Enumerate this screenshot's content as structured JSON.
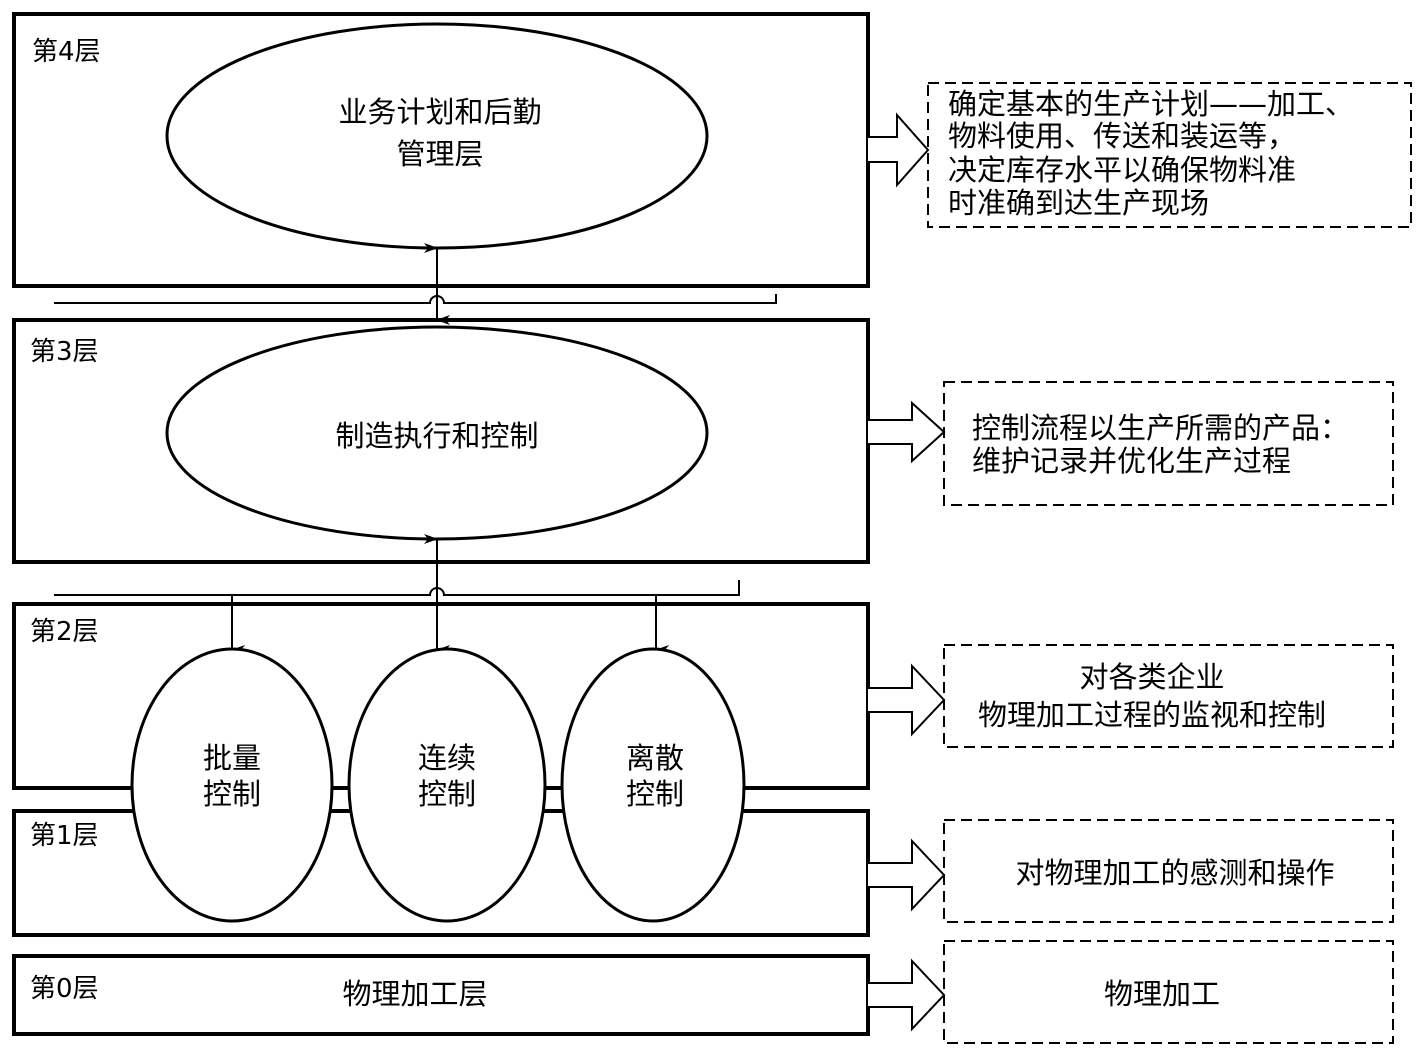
{
  "colors": {
    "stroke": "#000000",
    "background": "#ffffff"
  },
  "layers": [
    {
      "id": "layer4",
      "label": "第4层",
      "node_lines": [
        "业务计划和后勤",
        "管理层"
      ],
      "description_lines": [
        "确定基本的生产计划——加工、",
        "物料使用、传送和装运等，",
        "决定库存水平以确保物料准",
        "时准确到达生产现场"
      ]
    },
    {
      "id": "layer3",
      "label": "第3层",
      "node_lines": [
        "制造执行和控制"
      ],
      "description_lines": [
        "控制流程以生产所需的产品：",
        "维护记录并优化生产过程"
      ]
    },
    {
      "id": "layer2",
      "label": "第2层",
      "nodes": [
        {
          "lines": [
            "批量",
            "控制"
          ]
        },
        {
          "lines": [
            "连续",
            "控制"
          ]
        },
        {
          "lines": [
            "离散",
            "控制"
          ]
        }
      ],
      "description_lines": [
        "对各类企业",
        "物理加工过程的监视和控制"
      ]
    },
    {
      "id": "layer1",
      "label": "第1层",
      "description_lines": [
        "对物理加工的感测和操作"
      ]
    },
    {
      "id": "layer0",
      "label": "第0层",
      "node_lines": [
        "物理加工层"
      ],
      "description_lines": [
        "物理加工"
      ]
    }
  ]
}
